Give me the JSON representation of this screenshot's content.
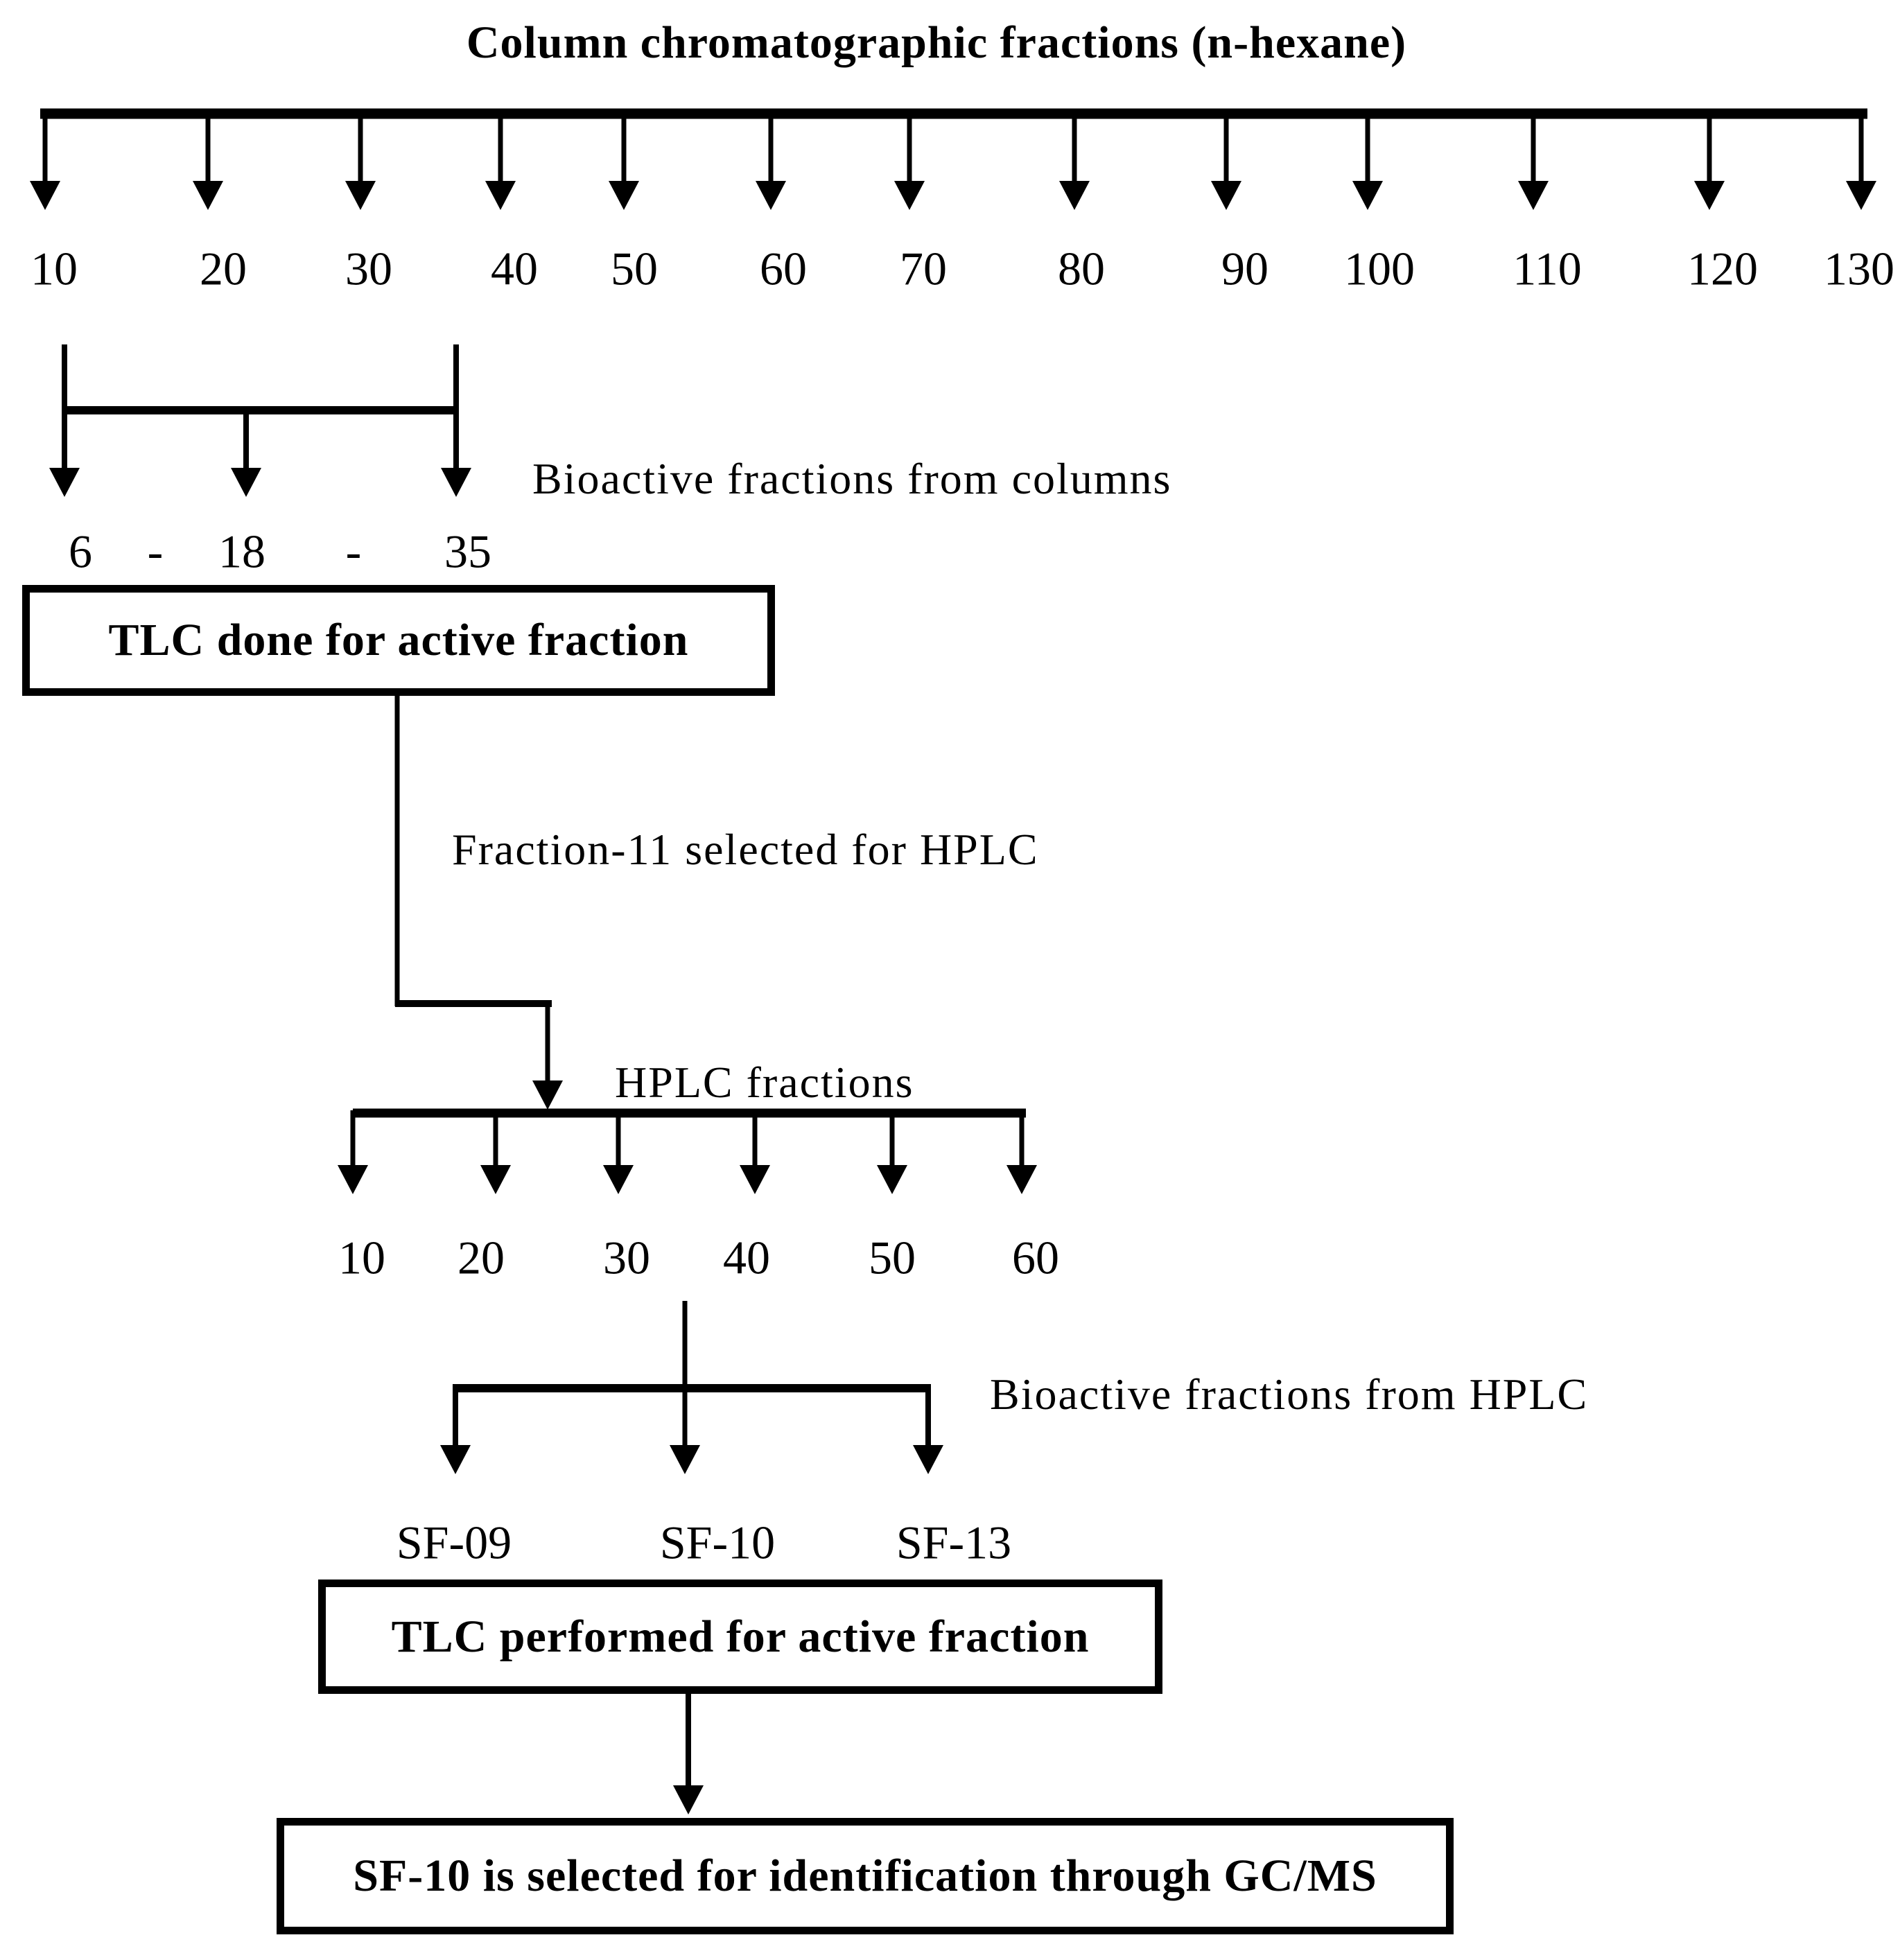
{
  "title": "Column chromatographic fractions (n-hexane)",
  "column_chromatography": {
    "fraction_labels": [
      "10",
      "20",
      "30",
      "40",
      "50",
      "60",
      "70",
      "80",
      "90",
      "100",
      "110",
      "120",
      "130"
    ]
  },
  "bioactive_columns": {
    "label": "Bioactive fractions from columns",
    "fraction_labels": [
      "6",
      "-",
      "18",
      "-",
      "35"
    ]
  },
  "tlc_box_1": {
    "text": "TLC done for active fraction"
  },
  "hplc_selection": {
    "label": "Fraction-11 selected for HPLC"
  },
  "hplc": {
    "label": "HPLC fractions",
    "fraction_labels": [
      "10",
      "20",
      "30",
      "40",
      "50",
      "60"
    ]
  },
  "bioactive_hplc": {
    "label": "Bioactive fractions from HPLC",
    "fraction_labels": [
      "SF-09",
      "SF-10",
      "SF-13"
    ]
  },
  "tlc_box_2": {
    "text": "TLC performed for active fraction"
  },
  "final_box": {
    "text": "SF-10 is selected for identification through GC/MS"
  },
  "colors": {
    "line": "#000000",
    "text": "#000000",
    "background": "#ffffff"
  }
}
